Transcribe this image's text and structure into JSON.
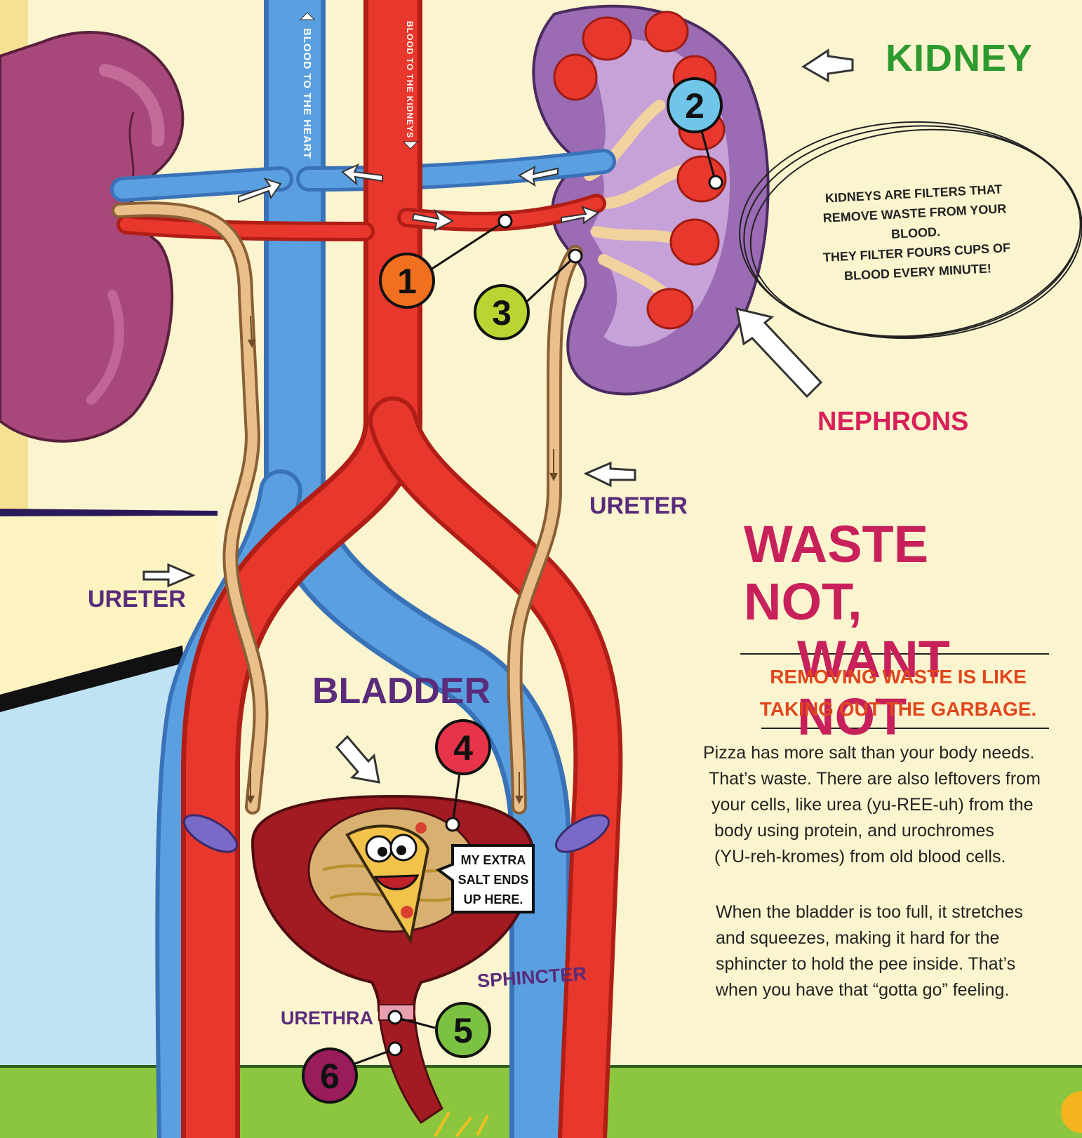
{
  "labels": {
    "kidney": "KIDNEY",
    "nephrons": "NEPHRONS",
    "ureter_left": "URETER",
    "ureter_right": "URETER",
    "bladder": "BLADDER",
    "sphincter": "SPHINCTER",
    "urethra": "URETHRA",
    "blood_to_heart": "BLOOD TO THE HEART",
    "blood_to_kidneys": "BLOOD TO THE KIDNEYS"
  },
  "callouts": [
    "1",
    "2",
    "3",
    "4",
    "5",
    "6"
  ],
  "kidney_note": [
    "KIDNEYS ARE FILTERS THAT",
    "REMOVE WASTE FROM YOUR BLOOD.",
    "THEY FILTER FOURS CUPS OF",
    "BLOOD EVERY MINUTE!"
  ],
  "speech_bubble": [
    "MY EXTRA",
    "SALT ENDS",
    "UP HERE."
  ],
  "title": [
    "WASTE NOT,",
    "WANT NOT"
  ],
  "subtitle": [
    "REMOVING WASTE IS LIKE",
    "TAKING OUT THE GARBAGE."
  ],
  "paragraph1": [
    "Pizza has more salt than your body needs.",
    "That’s waste. There are also leftovers from",
    "your cells, like urea (yu-REE-uh) from the",
    "body using protein, and urochromes",
    "(YU-reh-kromes) from old blood cells."
  ],
  "paragraph2": [
    "When the bladder is too full, it stretches",
    "and squeezes, making it hard for the",
    "sphincter to hold the pee inside. That’s",
    "when you have that “gotta go” feeling."
  ],
  "colors": {
    "artery": "#e8372c",
    "vein": "#4a90d9",
    "ureter": "#e9c08a",
    "kidney_left": "#a8487a",
    "kidney_right": "#9b6bb3",
    "bladder": "#a21a22",
    "title": "#c8205a",
    "subtitle": "#e0471e",
    "kidney_label": "#2e9a2e",
    "label_purple": "#5a2b7a",
    "nephrons_label": "#d8205a",
    "grass": "#8cc63f"
  },
  "callout_colors": {
    "1": "#f07020",
    "2": "#6fc6e8",
    "3": "#b9d532",
    "4": "#e8344a",
    "5": "#7cc242",
    "6": "#9a1c5a"
  },
  "page_badge_icon": "page-number-circle"
}
